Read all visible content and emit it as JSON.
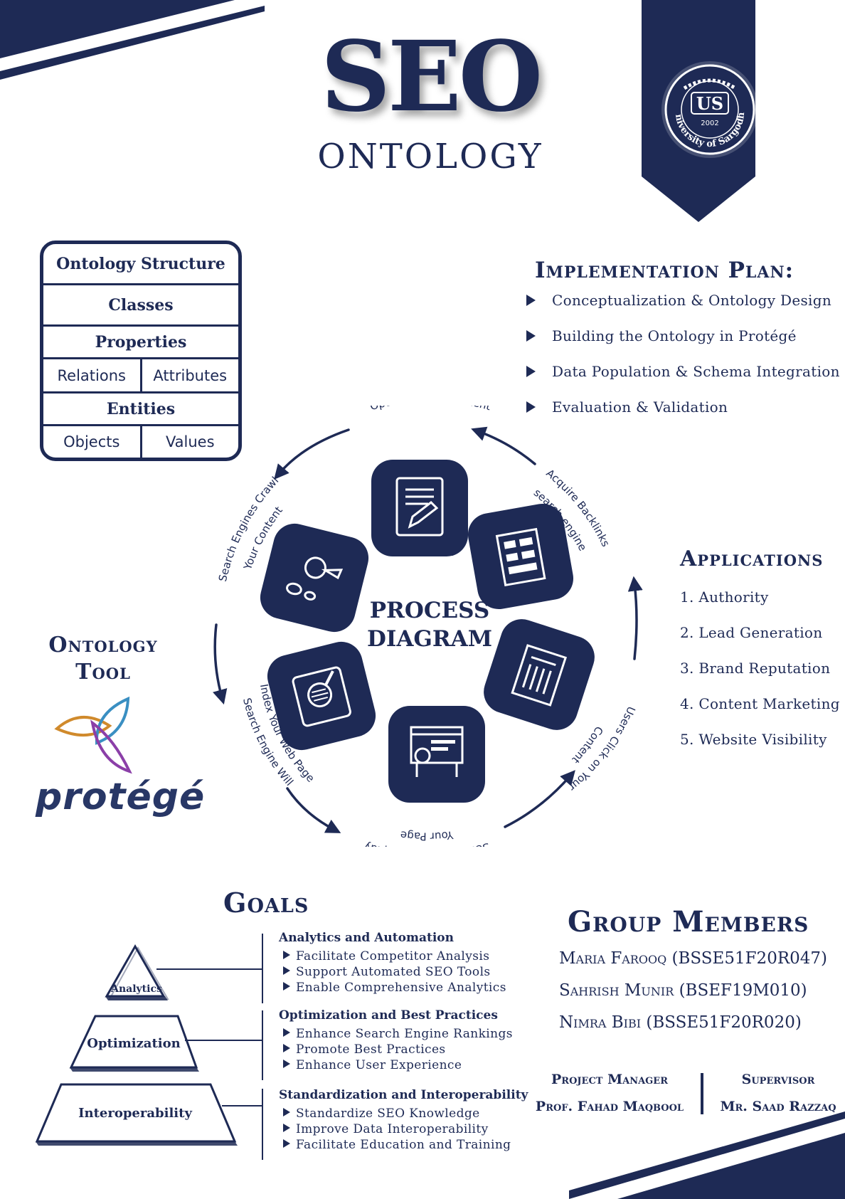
{
  "colors": {
    "navy": "#1e2a55",
    "protege_orange": "#d08a2c",
    "protege_blue": "#3a8fc2",
    "protege_purple": "#8b3fa8"
  },
  "header": {
    "title": "SEO",
    "subtitle": "ONTOLOGY",
    "emblem": {
      "arc_text": "University of Sargodha",
      "year": "2002",
      "monogram": "US"
    }
  },
  "structure": {
    "title": "Ontology Structure",
    "classes": "Classes",
    "properties": "Properties",
    "relations": "Relations",
    "attributes": "Attributes",
    "entities": "Entities",
    "objects": "Objects",
    "values": "Values"
  },
  "implementation": {
    "title": "Implementation Plan:",
    "items": [
      "Conceptualization & Ontology Design",
      "Building the Ontology in Protégé",
      "Data Population & Schema Integration",
      "Evaluation & Validation"
    ]
  },
  "applications": {
    "title": "Applications",
    "items": [
      "1. Authority",
      "2. Lead Generation",
      "3. Brand Reputation",
      "4. Content Marketing",
      "5. Website Visibility"
    ]
  },
  "tool": {
    "title_line1": "Ontology",
    "title_line2": "Tool",
    "logo_word": "protégé"
  },
  "process": {
    "center_line1": "PROCESS",
    "center_line2": "DIAGRAM",
    "steps": [
      {
        "label": "Optimize Your Content",
        "icon": "document-edit-icon"
      },
      {
        "label_line1": "Acquire Backlinks",
        "label_line2": "search engine",
        "icon": "backlinks-icon"
      },
      {
        "label_line1": "Users Click on Your",
        "label_line2": "Content",
        "icon": "newspaper-icon"
      },
      {
        "label_line1": "Search Engines Display",
        "label_line2": "Your Page",
        "icon": "web-page-icon"
      },
      {
        "label_line1": "Index Your Web Page",
        "label_line2": "Search Engine Will",
        "icon": "index-search-icon"
      },
      {
        "label_line1": "Search Engines Crawl",
        "label_line2": "Your Content",
        "icon": "crawl-footprints-icon"
      }
    ]
  },
  "goals": {
    "title": "Goals",
    "pyramid": [
      "Analytics",
      "Optimization",
      "Interoperability"
    ],
    "groups": [
      {
        "heading": "Analytics and Automation",
        "items": [
          "Facilitate Competitor Analysis",
          "Support Automated SEO Tools",
          "Enable Comprehensive Analytics"
        ]
      },
      {
        "heading": "Optimization and Best Practices",
        "items": [
          "Enhance Search Engine Rankings",
          "Promote Best Practices",
          "Enhance User Experience"
        ]
      },
      {
        "heading": "Standardization and Interoperability",
        "items": [
          "Standardize SEO Knowledge",
          "Improve Data Interoperability",
          "Facilitate Education and Training"
        ]
      }
    ]
  },
  "members": {
    "title": "Group Members",
    "list": [
      "Maria  Farooq (BSSE51F20R047)",
      "Sahrish  Munir (BSEF19M010)",
      "Nimra  Bibi (BSSE51F20R020)"
    ],
    "project_manager_label": "Project Manager",
    "project_manager_name": "Prof. Fahad Maqbool",
    "supervisor_label": "Supervisor",
    "supervisor_name": "Mr. Saad Razzaq"
  }
}
